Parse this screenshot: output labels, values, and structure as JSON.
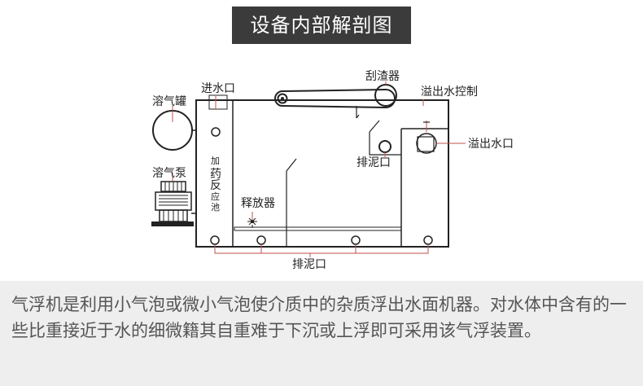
{
  "title": "设备内部解剖图",
  "labels": {
    "dissolved_tank": "溶气罐",
    "water_inlet": "进水口",
    "scraper": "刮渣器",
    "overflow_control": "溢出水控制",
    "overflow_outlet": "溢出水口",
    "sludge_outlet_upper": "排泥口",
    "dissolved_pump": "溶气泵",
    "reaction_tank_chars": [
      "加",
      "药",
      "反",
      "应",
      "池"
    ],
    "releaser": "释放器",
    "sludge_outlet_bottom": "排泥口"
  },
  "description": "气浮机是利用小气泡或微小气泡使介质中的杂质浮出水面机器。对水体中含有的一些比重接近于水的细微籍其自重难于下沉或上浮即可采用该气浮装置。"
}
